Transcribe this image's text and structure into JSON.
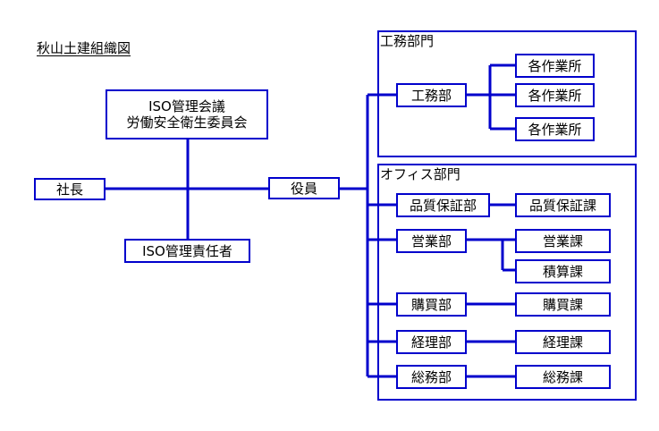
{
  "title": "秋山土建組織図",
  "colors": {
    "line": "#0000cc",
    "text": "#000000",
    "background": "#ffffff"
  },
  "nodes": {
    "president": "社長",
    "committee_line1": "ISO管理会議",
    "committee_line2": "労働安全衛生委員会",
    "iso_manager": "ISO管理責任者",
    "officers": "役員"
  },
  "construction_division": {
    "label": "工務部門",
    "department": "工務部",
    "sites": [
      "各作業所",
      "各作業所",
      "各作業所"
    ]
  },
  "office_division": {
    "label": "オフィス部門",
    "departments": [
      {
        "name": "品質保証部",
        "sections": [
          "品質保証課"
        ]
      },
      {
        "name": "営業部",
        "sections": [
          "営業課",
          "積算課"
        ]
      },
      {
        "name": "購買部",
        "sections": [
          "購買課"
        ]
      },
      {
        "name": "経理部",
        "sections": [
          "経理課"
        ]
      },
      {
        "name": "総務部",
        "sections": [
          "総務課"
        ]
      }
    ]
  }
}
